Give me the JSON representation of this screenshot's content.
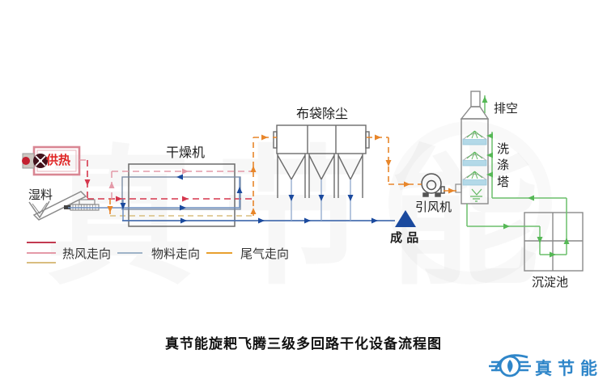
{
  "diagram": {
    "title": "真节能旋耙飞腾三级多回路干化设备流程图",
    "nodes": {
      "heat_supply": "供热",
      "wet_material": "湿料",
      "dryer": "干燥机",
      "bag_dust_collector": "布袋除尘",
      "induced_draft_fan": "引风机",
      "finished_product": "成 品",
      "exhaust": "排空",
      "washing_tower": "洗涤塔",
      "sedimentation_pool": "沉淀池"
    },
    "legend": {
      "items": [
        {
          "label": "热风走向",
          "colors": [
            "#c23a50",
            "#e49aa8",
            "#d9bd7f"
          ]
        },
        {
          "label": "物料走向",
          "colors": [
            "#9fb3c8"
          ]
        },
        {
          "label": "尾气走向",
          "colors": [
            "#e8a02e"
          ]
        }
      ]
    },
    "flow_colors": {
      "hot_air": "#d5374d",
      "hot_air_secondary": "#e49aa8",
      "material": "#1b4a9e",
      "tail_gas": "#e8862a",
      "wash_water": "#6cbf6c"
    }
  },
  "caption": "真节能旋耙飞腾三级多回路干化设备流程图",
  "brand": {
    "name": "真节能",
    "color": "#2f86c9"
  },
  "watermark": "真节能"
}
